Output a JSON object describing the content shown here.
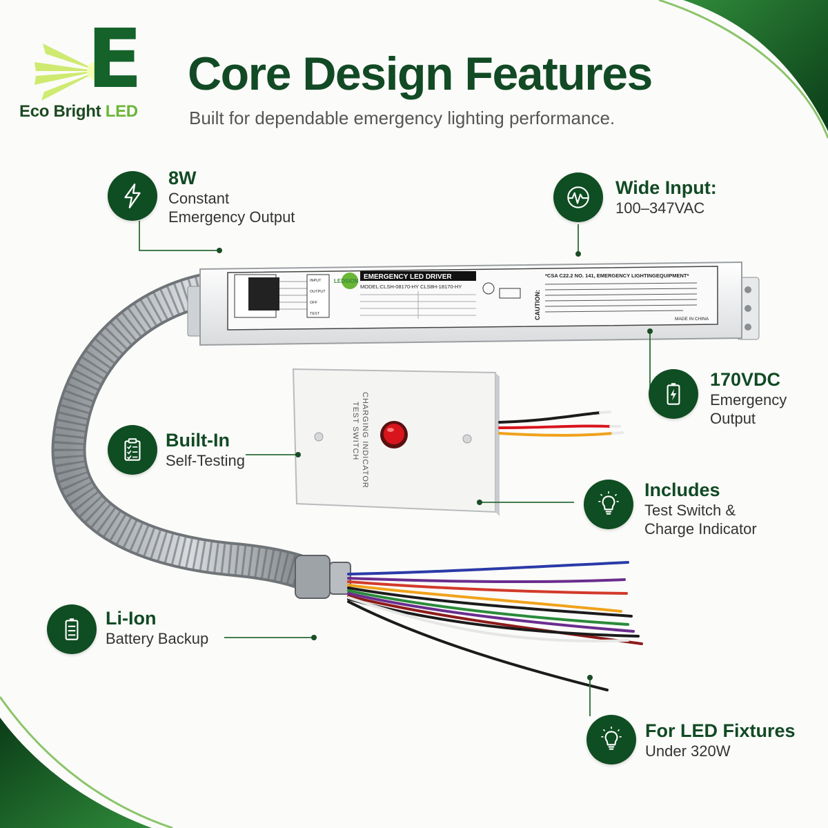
{
  "brand": {
    "logo_letter": "E",
    "name": "Eco Bright",
    "name_accent": "LED"
  },
  "header": {
    "title": "Core Design Features",
    "subtitle": "Built for dependable emergency lighting performance."
  },
  "features": {
    "output": {
      "icon": "lightning-bolt-icon",
      "heading": "8W",
      "line1": "Constant",
      "line2": "Emergency Output"
    },
    "input": {
      "icon": "waveform-icon",
      "heading": "Wide Input:",
      "line1": "100–347VAC"
    },
    "dc": {
      "icon": "battery-charge-icon",
      "heading": "170VDC",
      "line1": "Emergency",
      "line2": "Output"
    },
    "selftest": {
      "icon": "clipboard-checklist-icon",
      "heading": "Built-In",
      "line1": "Self-Testing"
    },
    "switch": {
      "icon": "lightbulb-icon",
      "heading": "Includes",
      "line1": "Test Switch &",
      "line2": "Charge Indicator"
    },
    "battery": {
      "icon": "battery-icon",
      "heading": "Li-Ion",
      "line1": "Battery Backup"
    },
    "fixtures": {
      "icon": "lightbulb-icon",
      "heading": "For LED Fixtures",
      "line1": "Under 320W"
    }
  },
  "driver_label": {
    "brand": "LEDSION",
    "product": "EMERGENCY LED DRIVER",
    "model": "MODEL:CLSH-08170-HY  CLS8H-18170-HY",
    "standard": "*CSA C22.2 NO. 141, EMERGENCY LIGHTINGEQUIPMENT*",
    "caution": "CAUTION:",
    "origin": "MADE IN CHINA",
    "sections": [
      "INPUT",
      "OUTPUT",
      "OFF",
      "TEST"
    ]
  },
  "switch_plate": {
    "line1": "CHARGING INDICATOR",
    "line2": "TEST SWITCH"
  },
  "colors": {
    "brand_green": "#0f4d22",
    "accent_green": "#6ab636",
    "indicator_red": "#d8141c"
  }
}
